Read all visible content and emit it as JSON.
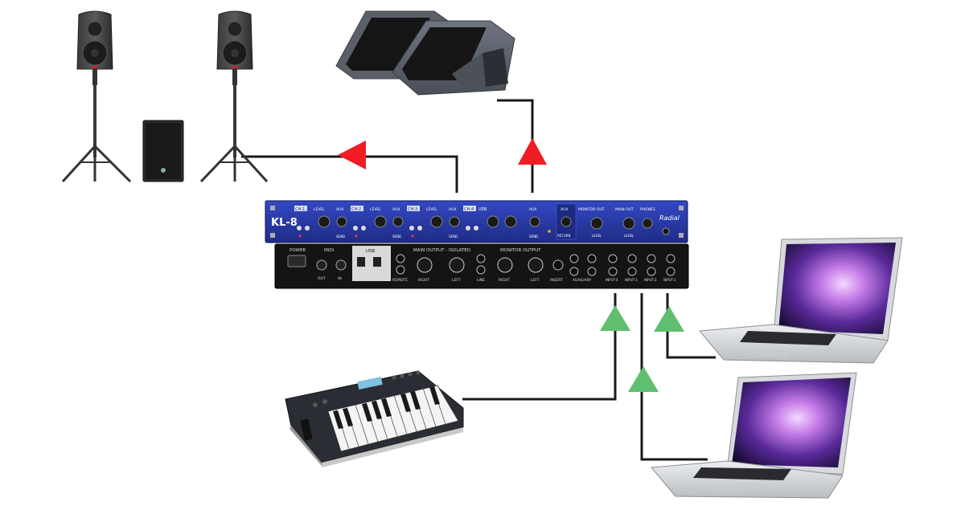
{
  "mixer": {
    "brand": "Radial",
    "model": "KL-8",
    "front": {
      "channels": [
        "CH-1",
        "CH-2",
        "CH-3",
        "CH-4"
      ],
      "usb_label": "USB",
      "level_label": "LEVEL",
      "aux_label": "AUX",
      "send_label": "SEND",
      "aux_return_label": "AUX",
      "return_label": "RETURN",
      "monitor_out_label": "MONITOR OUT",
      "main_out_label": "MAIN OUT",
      "phones_label": "PHONES",
      "level_small_label": "LEVEL"
    },
    "rear": {
      "power_label": "POWER",
      "midi_label": "MIDI",
      "midi_out": "OUT",
      "midi_in": "IN",
      "usb_label": "USB",
      "remote_label": "REMOTE",
      "main_output_label": "MAIN OUTPUT - ISOLATED",
      "right_label": "RIGHT",
      "left_label": "LEFT",
      "line_label": "LINE",
      "monitor_output_label": "MONITOR OUTPUT",
      "insert_label": "INSERT",
      "auxiliary_label": "AUXILIARY",
      "inputs": [
        "INPUT-4",
        "INPUT-3",
        "INPUT-2",
        "INPUT-1"
      ]
    }
  },
  "devices": [
    {
      "name": "pa-speaker-left",
      "icon": "pa-speaker-icon"
    },
    {
      "name": "pa-speaker-right",
      "icon": "pa-speaker-icon"
    },
    {
      "name": "subwoofer",
      "icon": "subwoofer-icon"
    },
    {
      "name": "stage-monitors",
      "icon": "floor-wedge-icon"
    },
    {
      "name": "midi-keyboard",
      "icon": "midi-keyboard-icon"
    },
    {
      "name": "laptop-top",
      "icon": "laptop-icon"
    },
    {
      "name": "laptop-bottom",
      "icon": "laptop-icon"
    }
  ],
  "colors": {
    "output_arrow": "#ef1c24",
    "input_arrow": "#5fbf6f",
    "cable": "#1a1a1a",
    "front_panel": "#2a3aa8",
    "rear_panel": "#141414"
  }
}
